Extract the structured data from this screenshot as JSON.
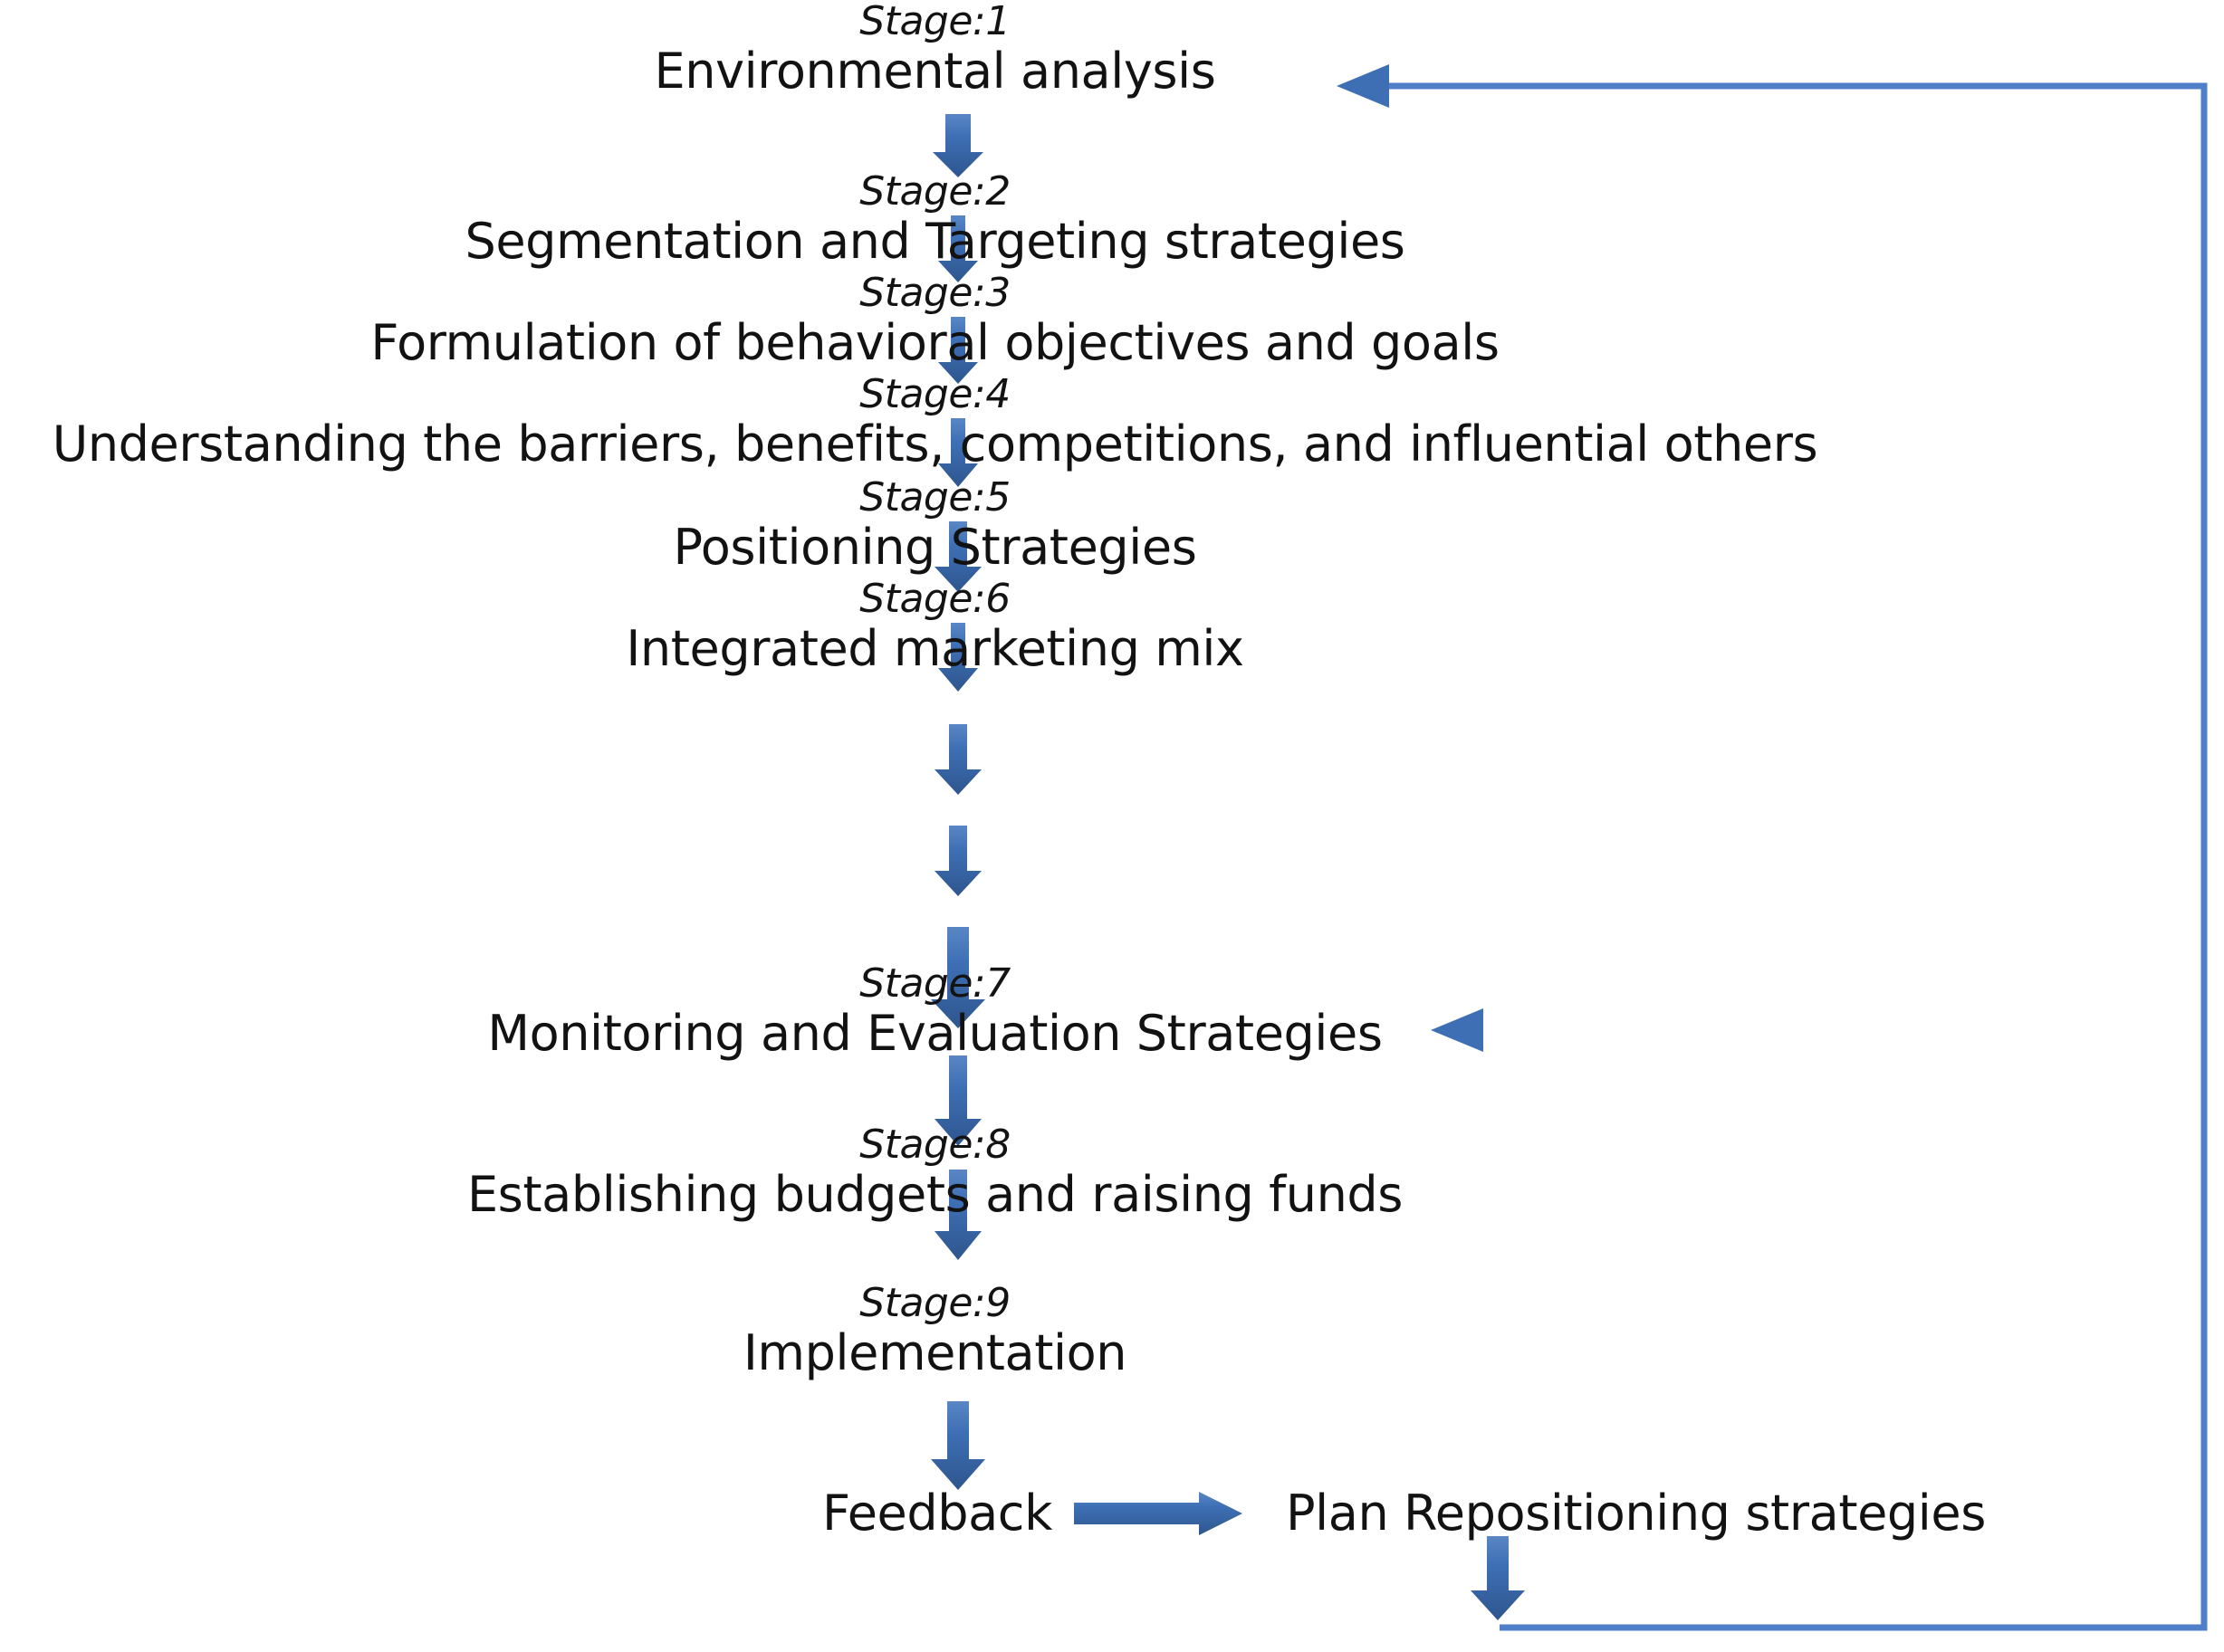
{
  "diagram": {
    "title": "Stages of social marketing planning process",
    "type": "flowchart",
    "accent_color": "#3D6DB3",
    "loop_line_color": "#4F7FC9",
    "text_color": "#121212",
    "background": "#ffffff"
  },
  "stages": [
    {
      "label": "Stage:1",
      "title": "Environmental analysis"
    },
    {
      "label": "Stage:2",
      "title": "Segmentation and Targeting strategies"
    },
    {
      "label": "Stage:3",
      "title": "Formulation of behavioral objectives and goals"
    },
    {
      "label": "Stage:4",
      "title": "Understanding the barriers, benefits, competitions, and influential others"
    },
    {
      "label": "Stage:5",
      "title": "Positioning Strategies"
    },
    {
      "label": "Stage:6",
      "title": "Integrated marketing mix"
    },
    {
      "label": "Stage:7",
      "title": "Monitoring and Evaluation Strategies"
    },
    {
      "label": "Stage:8",
      "title": "Establishing budgets and raising funds"
    },
    {
      "label": "Stage:9",
      "title": "Implementation"
    }
  ],
  "terminal": {
    "feedback_label": "Feedback",
    "repositioning_label": "Plan Repositioning strategies"
  },
  "connectors": {
    "down_arrow_name": "down-arrow",
    "feedback_arrow_name": "feedback-right-arrow",
    "loop_to_stage1_name": "feedback-loop-to-stage-1",
    "loop_to_stage7_name": "feedback-loop-to-stage-7"
  }
}
